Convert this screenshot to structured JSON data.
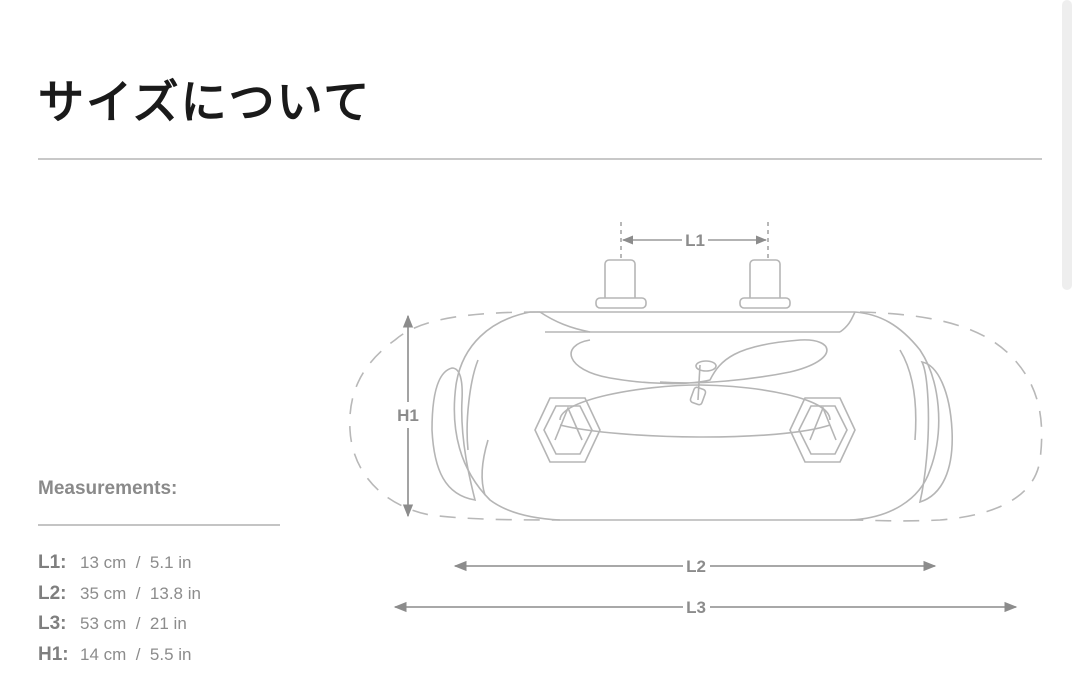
{
  "header": {
    "title": "サイズについて"
  },
  "measurements": {
    "heading": "Measurements:",
    "items": [
      {
        "key": "L1:",
        "value": "13 cm  /  5.1 in"
      },
      {
        "key": "L2:",
        "value": "35 cm  /  13.8 in"
      },
      {
        "key": "L3:",
        "value": "53 cm  /  21 in"
      },
      {
        "key": "H1:",
        "value": "14 cm  /  5.5 in"
      }
    ]
  },
  "diagram": {
    "subject": "handlebar bag line drawing",
    "labels": {
      "l1": "L1",
      "l2": "L2",
      "l3": "L3",
      "h1": "H1"
    },
    "colors": {
      "line": "#b5b5b5",
      "dimension": "#8c8c8c"
    }
  }
}
